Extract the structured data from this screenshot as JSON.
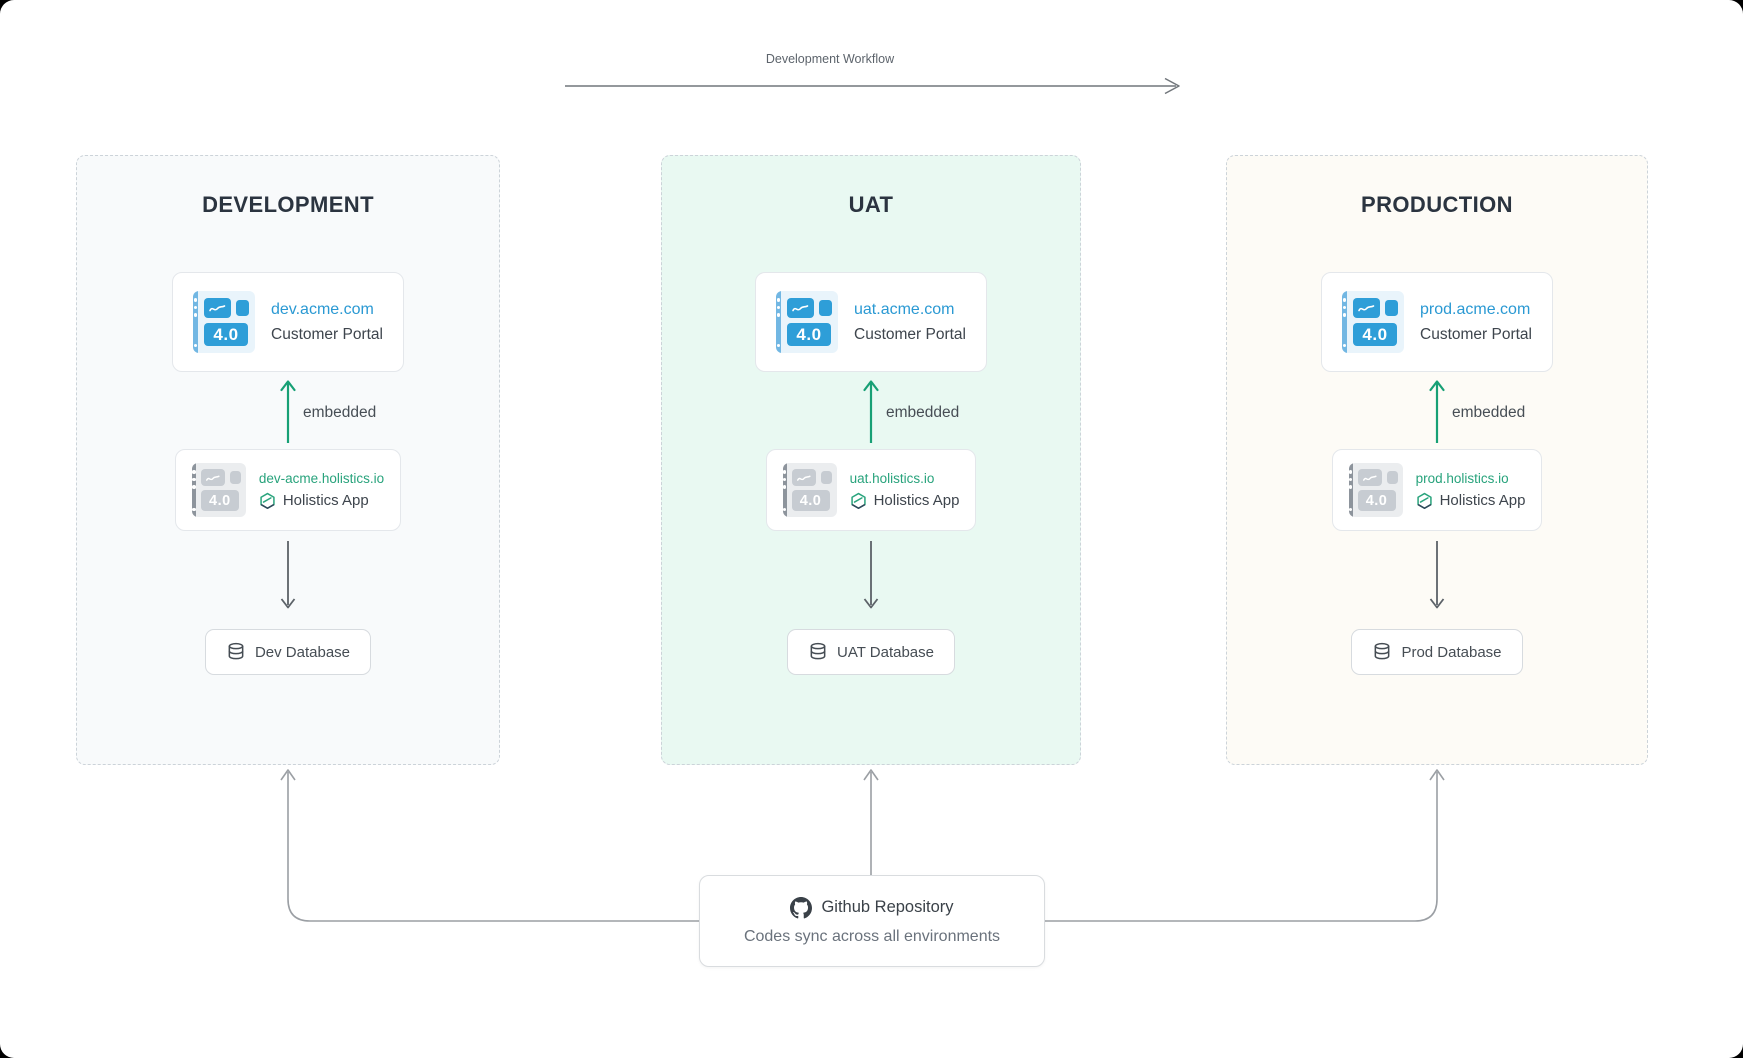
{
  "page": {
    "workflow_label": "Development Workflow"
  },
  "environments": [
    {
      "title": "DEVELOPMENT",
      "portal": {
        "domain": "dev.acme.com",
        "label": "Customer Portal",
        "version": "4.0"
      },
      "embedded_label": "embedded",
      "holistics": {
        "domain": "dev-acme.holistics.io",
        "label": "Holistics App",
        "version": "4.0"
      },
      "database": {
        "label": "Dev Database"
      }
    },
    {
      "title": "UAT",
      "portal": {
        "domain": "uat.acme.com",
        "label": "Customer Portal",
        "version": "4.0"
      },
      "embedded_label": "embedded",
      "holistics": {
        "domain": "uat.holistics.io",
        "label": "Holistics App",
        "version": "4.0"
      },
      "database": {
        "label": "UAT Database"
      }
    },
    {
      "title": "PRODUCTION",
      "portal": {
        "domain": "prod.acme.com",
        "label": "Customer Portal",
        "version": "4.0"
      },
      "embedded_label": "embedded",
      "holistics": {
        "domain": "prod.holistics.io",
        "label": "Holistics App",
        "version": "4.0"
      },
      "database": {
        "label": "Prod Database"
      }
    }
  ],
  "github": {
    "title": "Github Repository",
    "subtitle": "Codes sync across all environments"
  },
  "icons": {
    "portal_app": "dashboard-icon",
    "holistics_logo": "hexagon-icon",
    "database": "database-cylinder-icon",
    "github": "github-octocat-icon",
    "workflow": "right-arrow-icon",
    "embedded": "up-arrow-green-icon",
    "to_database": "down-arrow-icon"
  },
  "colors": {
    "accent_blue": "#2E9ED8",
    "accent_green": "#21A179",
    "dev_panel_bg": "#F8FAFB",
    "uat_panel_bg": "#E9F9F2",
    "prod_panel_bg": "#FDFBF6",
    "arrow_gray": "#9B9FA4",
    "text_dark": "#2B3440"
  }
}
